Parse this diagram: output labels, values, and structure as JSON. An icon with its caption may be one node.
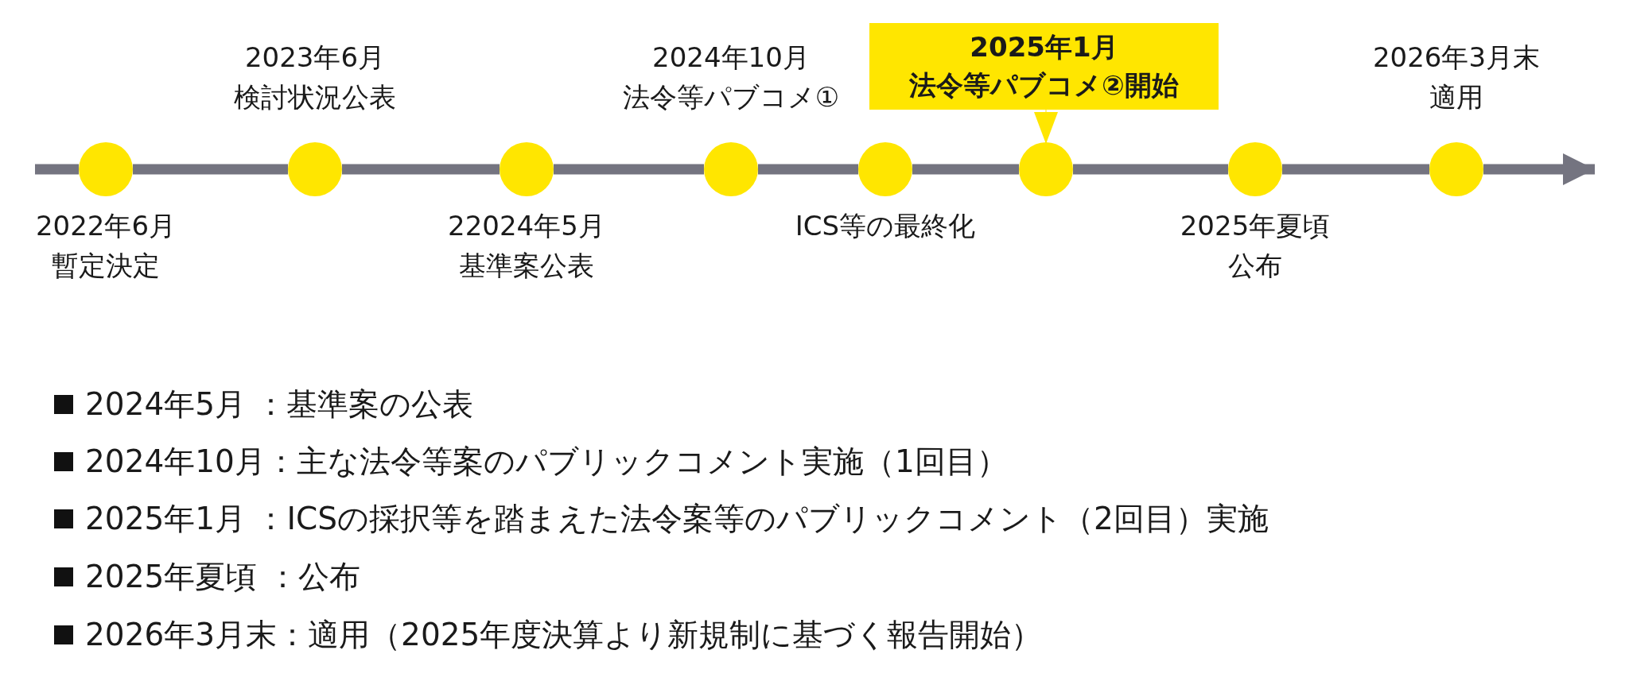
{
  "diagram": {
    "nodes": [
      {
        "text": [],
        "shape": "circle",
        "beside": [
          "2022年6月",
          "暫定決定"
        ]
      },
      {
        "text": [],
        "shape": "circle",
        "beside": [
          "2023年6月",
          "検討状況公表"
        ]
      },
      {
        "text": [],
        "shape": "circle",
        "beside": [
          "22024年5月",
          "基準案公表"
        ]
      },
      {
        "text": [],
        "shape": "circle",
        "beside": [
          "2024年10月",
          "法令等パブコメ①"
        ]
      },
      {
        "text": [],
        "shape": "circle",
        "beside": [
          "ICS等の最終化"
        ]
      },
      {
        "text": [],
        "shape": "circle"
      },
      {
        "text": [],
        "shape": "circle",
        "beside": [
          "2025年夏頃",
          "公布"
        ]
      },
      {
        "text": [],
        "shape": "circle",
        "beside": [
          "2026年3月末",
          "適用"
        ]
      },
      {
        "text": [
          "2025年1月",
          "法令等パブコメ②開始"
        ]
      }
    ],
    "edges": [
      {
        "from": null,
        "to": 0,
        "arrow": "none"
      },
      {
        "from": 0,
        "to": 1,
        "arrow": "none"
      },
      {
        "from": 1,
        "to": 2,
        "arrow": "none"
      },
      {
        "from": 2,
        "to": 3,
        "arrow": "none"
      },
      {
        "from": 3,
        "to": 4,
        "arrow": "none"
      },
      {
        "from": 4,
        "to": 5,
        "arrow": "none"
      },
      {
        "from": 5,
        "to": 6,
        "arrow": "none"
      },
      {
        "from": 6,
        "to": 7,
        "arrow": "none"
      },
      {
        "from": 7,
        "to": null,
        "arrow": "to"
      },
      {
        "from": 8,
        "to": 5,
        "arrow": "to",
        "color": "#ffe600"
      }
    ],
    "labels": [
      "2024年5月 ：基準案の公表",
      "2024年10月：主な法令等案のパブリックコメント実施（1回目）",
      "2025年1月 ：ICSの採択等を踏まえた法令案等のパブリックコメント（2回目）実施",
      "2025年夏頃 ：公布",
      "2026年3月末：適用（2025年度決算より新規制に基づく報告開始）"
    ]
  }
}
